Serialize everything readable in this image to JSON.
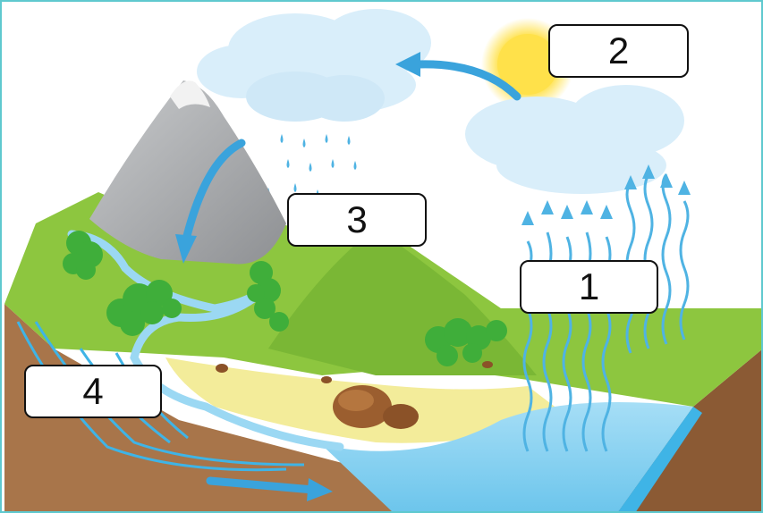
{
  "labels": [
    {
      "id": "1",
      "text": "1"
    },
    {
      "id": "2",
      "text": "2"
    },
    {
      "id": "3",
      "text": "3"
    },
    {
      "id": "4",
      "text": "4"
    }
  ],
  "colors": {
    "frame": "#5fc9cf",
    "grass": "#8dc63f",
    "grass_dark": "#6aa82f",
    "soil": "#a8754a",
    "soil_dark": "#8b5a34",
    "sand": "#f3ec9a",
    "water": "#7fcdef",
    "water_dark": "#3fb4e6",
    "arrow": "#3aa3dc",
    "sun": "#ffe14a",
    "cloud": "#d9eefa",
    "mountain": "#a9abae",
    "bush": "#3fae3a"
  }
}
